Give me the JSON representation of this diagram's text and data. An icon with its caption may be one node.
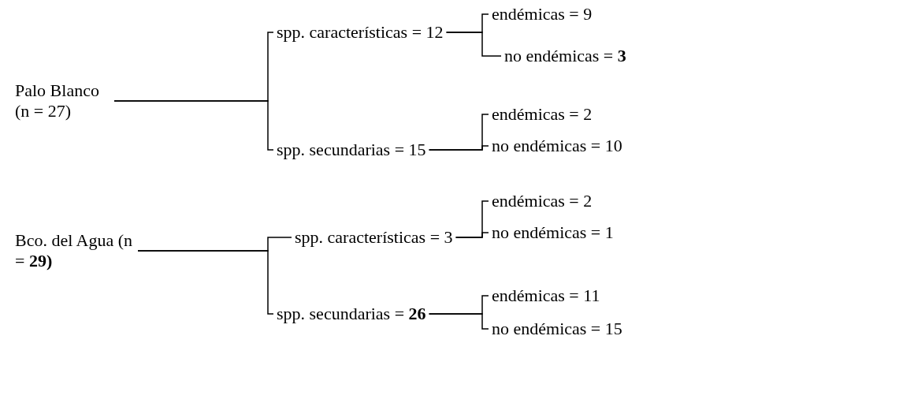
{
  "diagram": {
    "nodes": [
      {
        "text": [
          "Palo Blanco (n = 27)"
        ]
      },
      {
        "text": [
          "spp. características = 12"
        ]
      },
      {
        "text": [
          "spp. secundarias = 15"
        ]
      },
      {
        "text": [
          "endémicas = 9"
        ]
      },
      {
        "text": [
          "no endémicas = **3**"
        ]
      },
      {
        "text": [
          "endémicas = 2"
        ]
      },
      {
        "text": [
          "no endémicas = 10"
        ]
      },
      {
        "text": [
          "Bco. del Agua (n = **29)**"
        ]
      },
      {
        "text": [
          "spp. características = 3"
        ]
      },
      {
        "text": [
          "spp. secundarias = **26**"
        ]
      },
      {
        "text": [
          "endémicas = 2"
        ]
      },
      {
        "text": [
          "no endémicas = 1"
        ]
      },
      {
        "text": [
          "endémicas = 11"
        ]
      },
      {
        "text": [
          "no endémicas = 15"
        ]
      }
    ],
    "edges": [
      {
        "from": 0,
        "to": 1,
        "arrow": "none"
      },
      {
        "from": 0,
        "to": 2,
        "arrow": "none"
      },
      {
        "from": 1,
        "to": 3,
        "arrow": "none"
      },
      {
        "from": 1,
        "to": 4,
        "arrow": "none"
      },
      {
        "from": 2,
        "to": 5,
        "arrow": "none"
      },
      {
        "from": 2,
        "to": 6,
        "arrow": "none"
      },
      {
        "from": 7,
        "to": 8,
        "arrow": "none"
      },
      {
        "from": 7,
        "to": 9,
        "arrow": "none"
      },
      {
        "from": 8,
        "to": 10,
        "arrow": "none"
      },
      {
        "from": 8,
        "to": 11,
        "arrow": "none"
      },
      {
        "from": 9,
        "to": 12,
        "arrow": "none"
      },
      {
        "from": 9,
        "to": 13,
        "arrow": "none"
      }
    ]
  }
}
